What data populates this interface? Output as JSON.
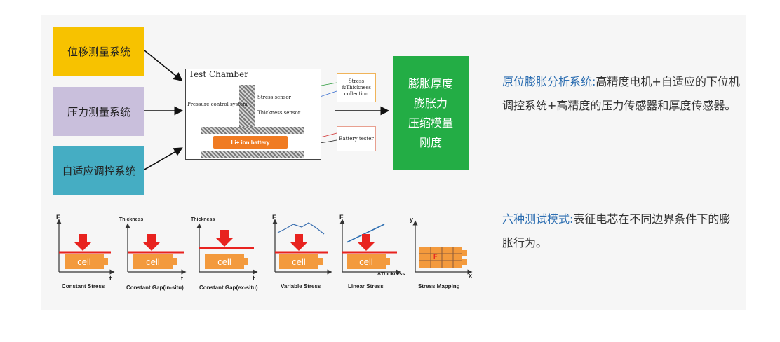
{
  "left_boxes": [
    {
      "label": "位移测量系统",
      "color": "#f7c200"
    },
    {
      "label": "压力测量系统",
      "color": "#c9bfdc"
    },
    {
      "label": "自适应调控系统",
      "color": "#45adc3"
    }
  ],
  "chamber": {
    "title": "Test Chamber",
    "pressure_label": "Pressure control system",
    "stress_sensor": "Stress sensor",
    "thickness_sensor": "Thickness sensor",
    "battery_label": "Li+ ion battery"
  },
  "collection_box": {
    "line1": "Stress",
    "line2": "&Thickness",
    "line3": "collection"
  },
  "tester_box": {
    "label": "Battery tester"
  },
  "output_box": {
    "lines": [
      "膨胀厚度",
      "膨胀力",
      "压缩模量",
      "刚度"
    ],
    "color": "#23ad45"
  },
  "description1": {
    "highlight": "原位膨胀分析系统:",
    "text": "高精度电机+自适应的下位机调控系统+高精度的压力传感器和厚度传感器。"
  },
  "description2": {
    "highlight": "六种测试模式:",
    "text": "表征电芯在不同边界条件下的膨胀行为。"
  },
  "modes": [
    {
      "name": "Constant Stress",
      "yaxis": "F",
      "xaxis": "t",
      "cell": "cell"
    },
    {
      "name": "Constant Gap(in-situ)",
      "yaxis": "Thickness",
      "xaxis": "t",
      "cell": "cell"
    },
    {
      "name": "Constant Gap(ex-situ)",
      "yaxis": "Thickness",
      "xaxis": "t",
      "cell": "cell"
    },
    {
      "name": "Variable Stress",
      "yaxis": "F",
      "xaxis": "",
      "cell": "cell"
    },
    {
      "name": "Linear Stress",
      "yaxis": "F",
      "xaxis": "ΔThickness",
      "cell": "cell"
    },
    {
      "name": "Stress  Mapping",
      "yaxis": "y",
      "xaxis": "x",
      "cell": "F"
    }
  ],
  "accent_colors": {
    "highlight_text": "#2e6fb2",
    "arrow_red": "#e8231f",
    "cell_orange": "#f39a3d"
  }
}
